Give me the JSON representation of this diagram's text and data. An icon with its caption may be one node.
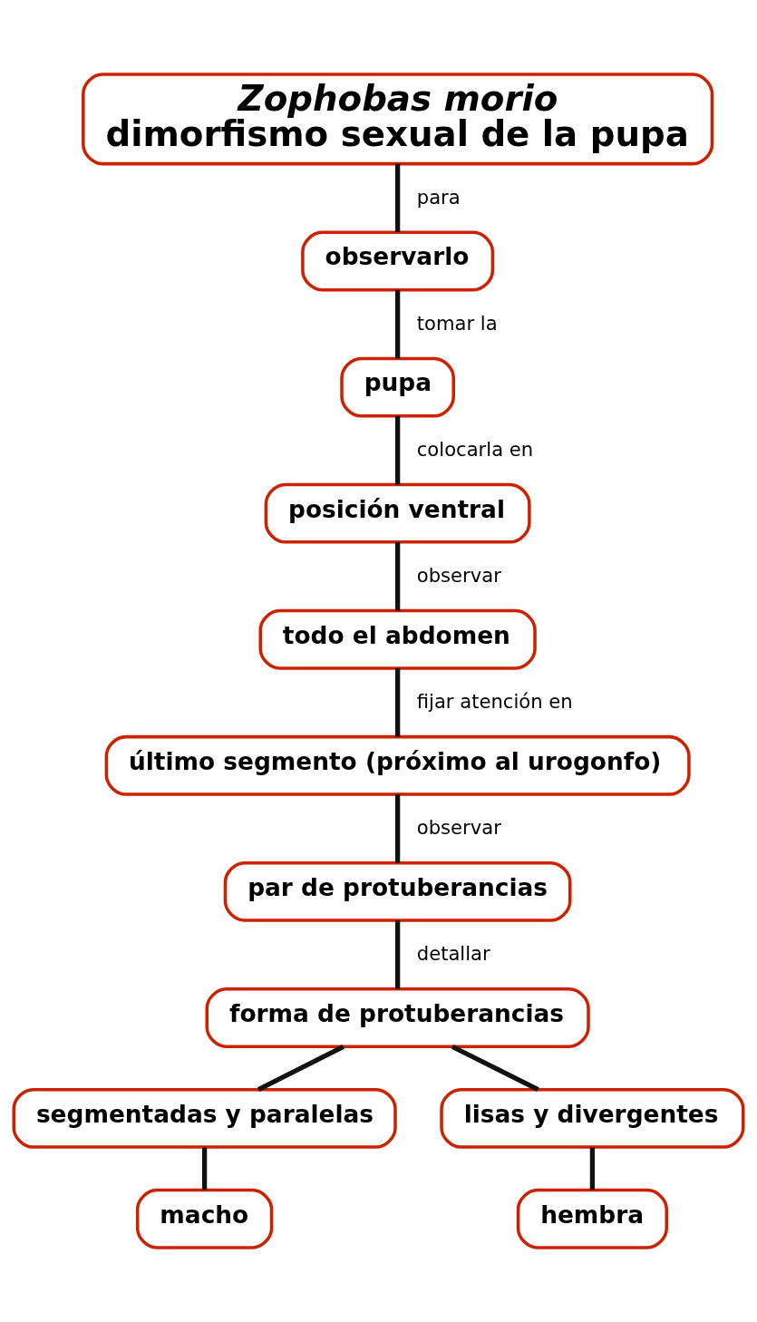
{
  "diagram": {
    "nodes": [
      {
        "text": [
          "Zophobas morio",
          "dimorfismo sexual de la pupa"
        ]
      },
      {
        "text": [
          "observarlo"
        ]
      },
      {
        "text": [
          "pupa"
        ]
      },
      {
        "text": [
          "posición ventral"
        ]
      },
      {
        "text": [
          "todo el abdomen"
        ]
      },
      {
        "text": [
          "último segmento (próximo al urogonfo)"
        ]
      },
      {
        "text": [
          "par de protuberancias"
        ]
      },
      {
        "text": [
          "forma de protuberancias"
        ]
      },
      {
        "text": [
          "segmentadas y paralelas"
        ]
      },
      {
        "text": [
          "lisas y divergentes"
        ]
      },
      {
        "text": [
          "macho"
        ]
      },
      {
        "text": [
          "hembra"
        ]
      }
    ],
    "edges": [
      {
        "from": 0,
        "to": 1,
        "arrow": "none",
        "label": "para"
      },
      {
        "from": 1,
        "to": 2,
        "arrow": "none",
        "label": "tomar la"
      },
      {
        "from": 2,
        "to": 3,
        "arrow": "none",
        "label": "colocarla en"
      },
      {
        "from": 3,
        "to": 4,
        "arrow": "none",
        "label": "observar"
      },
      {
        "from": 4,
        "to": 5,
        "arrow": "none",
        "label": "fijar atención en"
      },
      {
        "from": 5,
        "to": 6,
        "arrow": "none",
        "label": "observar"
      },
      {
        "from": 6,
        "to": 7,
        "arrow": "none",
        "label": "detallar"
      },
      {
        "from": 7,
        "to": 8,
        "arrow": "none"
      },
      {
        "from": 7,
        "to": 9,
        "arrow": "none"
      },
      {
        "from": 8,
        "to": 10,
        "arrow": "none"
      },
      {
        "from": 9,
        "to": 11,
        "arrow": "none"
      }
    ]
  }
}
